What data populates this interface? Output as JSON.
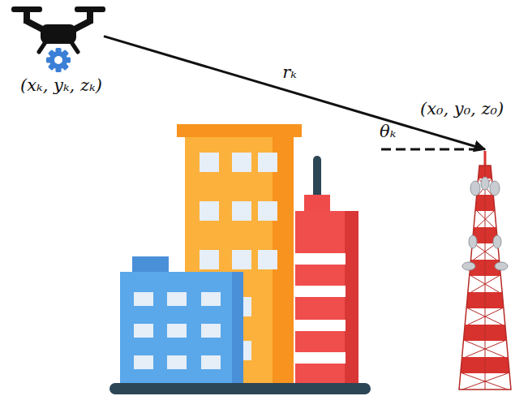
{
  "diagram": {
    "nodes": [
      {
        "text": [
          "(xₖ, yₖ, zₖ)"
        ]
      },
      {
        "text": [
          "(x₀, y₀, z₀)"
        ]
      }
    ],
    "edges": [
      {
        "from": 0,
        "to": 1,
        "label": "rₖ",
        "arrow": "to"
      }
    ],
    "labels": [
      "θₖ"
    ]
  }
}
